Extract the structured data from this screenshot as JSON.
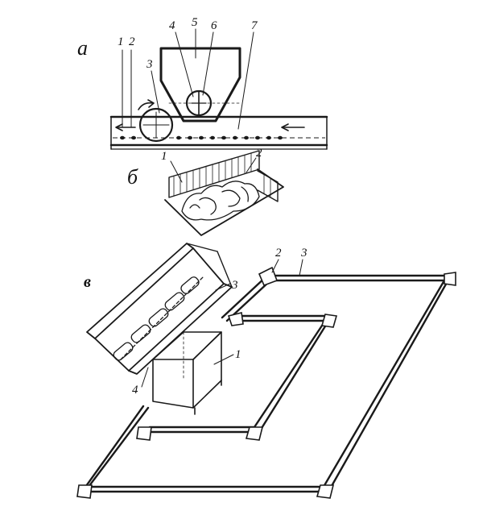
{
  "figure": {
    "panel_labels": {
      "a": "а",
      "b": "б",
      "c": "в"
    },
    "panel_a_numbers": [
      "1",
      "2",
      "3",
      "4",
      "5",
      "6",
      "7"
    ],
    "panel_b_numbers": [
      "1",
      "2"
    ],
    "panel_c_numbers": [
      "1",
      "2",
      "3",
      "4"
    ]
  }
}
